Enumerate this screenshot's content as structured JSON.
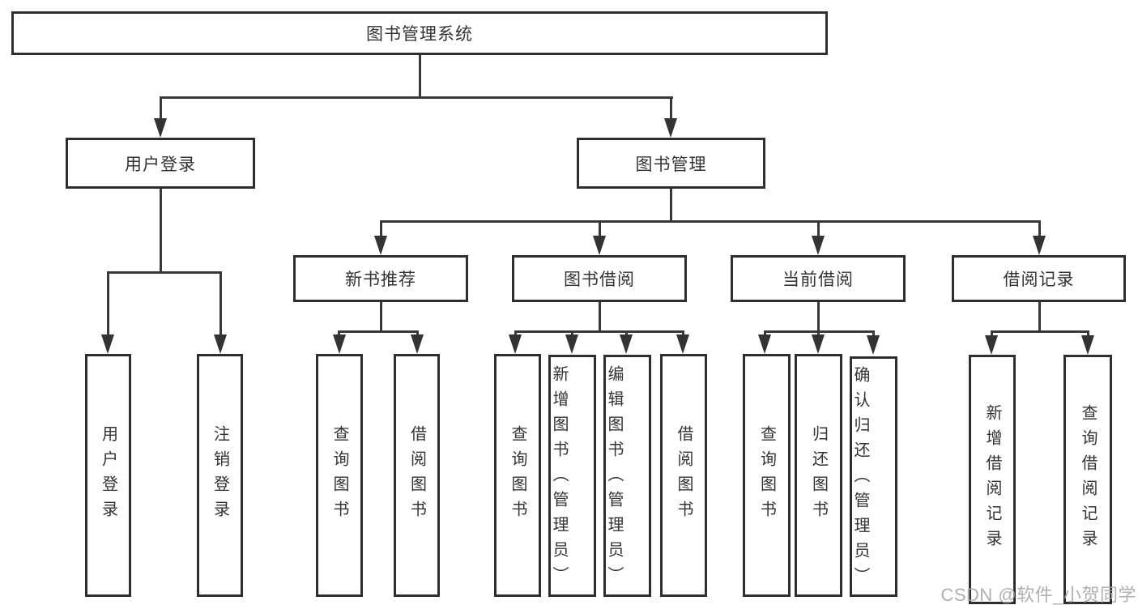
{
  "nodes": {
    "root": "图书管理系统",
    "user_login": "用户登录",
    "book_mgmt": "图书管理",
    "new_book_rec": "新书推荐",
    "book_borrow": "图书借阅",
    "current_borrow": "当前借阅",
    "borrow_record": "借阅记录",
    "ul_login": "用户登录",
    "ul_logout": "注销登录",
    "nb_query": "查询图书",
    "nb_borrow": "借阅图书",
    "bb_query": "查询图书",
    "bb_add": "新增图书（管理员）",
    "bb_edit": "编辑图书（管理员）",
    "bb_borrow": "借阅图书",
    "cb_query": "查询图书",
    "cb_return": "归还图书",
    "cb_confirm": "确认归还（管理员）",
    "br_add": "新增借阅记录",
    "br_query": "查询借阅记录"
  },
  "tree": {
    "label": "图书管理系统",
    "children": [
      {
        "label": "用户登录",
        "children": [
          {
            "label": "用户登录"
          },
          {
            "label": "注销登录"
          }
        ]
      },
      {
        "label": "图书管理",
        "children": [
          {
            "label": "新书推荐",
            "children": [
              {
                "label": "查询图书"
              },
              {
                "label": "借阅图书"
              }
            ]
          },
          {
            "label": "图书借阅",
            "children": [
              {
                "label": "查询图书"
              },
              {
                "label": "新增图书（管理员）"
              },
              {
                "label": "编辑图书（管理员）"
              },
              {
                "label": "借阅图书"
              }
            ]
          },
          {
            "label": "当前借阅",
            "children": [
              {
                "label": "查询图书"
              },
              {
                "label": "归还图书"
              },
              {
                "label": "确认归还（管理员）"
              }
            ]
          },
          {
            "label": "借阅记录",
            "children": [
              {
                "label": "新增借阅记录"
              },
              {
                "label": "查询借阅记录"
              }
            ]
          }
        ]
      }
    ]
  },
  "watermark": "CSDN @软件_小贺同学",
  "colors": {
    "border": "#2e2e2e",
    "line": "#383838",
    "text": "#333333",
    "watermark": "#a8a8ae",
    "background": "#ffffff"
  }
}
